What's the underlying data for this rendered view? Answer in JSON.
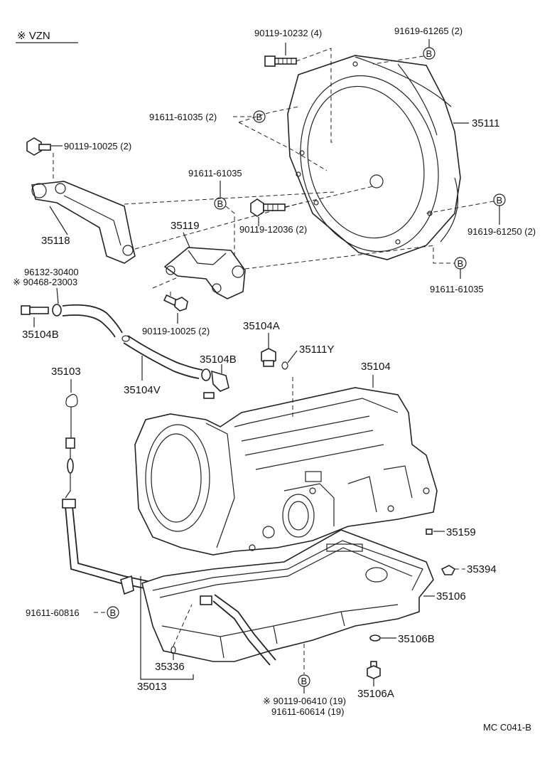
{
  "variant_note": "※ VZN",
  "footer_code": "MC  C041-B",
  "circle_letter": "B",
  "labels": {
    "bolt_90119_10232": "90119-10232 (4)",
    "plug_91619_61265": "91619-61265 (2)",
    "housing_35111": "35111",
    "bolt_91611_61035_2": "91611-61035 (2)",
    "bolt_90119_10025_top": "90119-10025 (2)",
    "bolt_91611_61035_mid": "91611-61035",
    "bracket_35118": "35118",
    "bracket_35119": "35119",
    "bolt_90119_12036": "90119-12036 (2)",
    "plug_91619_61250": "91619-61250 (2)",
    "bolt_91611_61035_low": "91611-61035",
    "part_96132_30400": "96132-30400",
    "part_90468_23003": "※ 90468-23003",
    "union_35104B_left": "35104B",
    "bolt_90119_10025_low": "90119-10025 (2)",
    "part_35104A": "35104A",
    "gasket_35111Y": "35111Y",
    "union_35104B_right": "35104B",
    "dipstick_35103": "35103",
    "hose_35104V": "35104V",
    "case_35104": "35104",
    "magnet_35159": "35159",
    "strainer_35394": "35394",
    "oil_pan_35106": "35106",
    "bolt_91611_60816": "91611-60816",
    "gasket_35106B": "35106B",
    "clamp_35336": "35336",
    "tube_35013": "35013",
    "drain_plug_35106A": "35106A",
    "pan_bolt_90119_06410": "※ 90119-06410 (19)",
    "pan_bolt_91611_60614": "91611-60614 (19)"
  }
}
